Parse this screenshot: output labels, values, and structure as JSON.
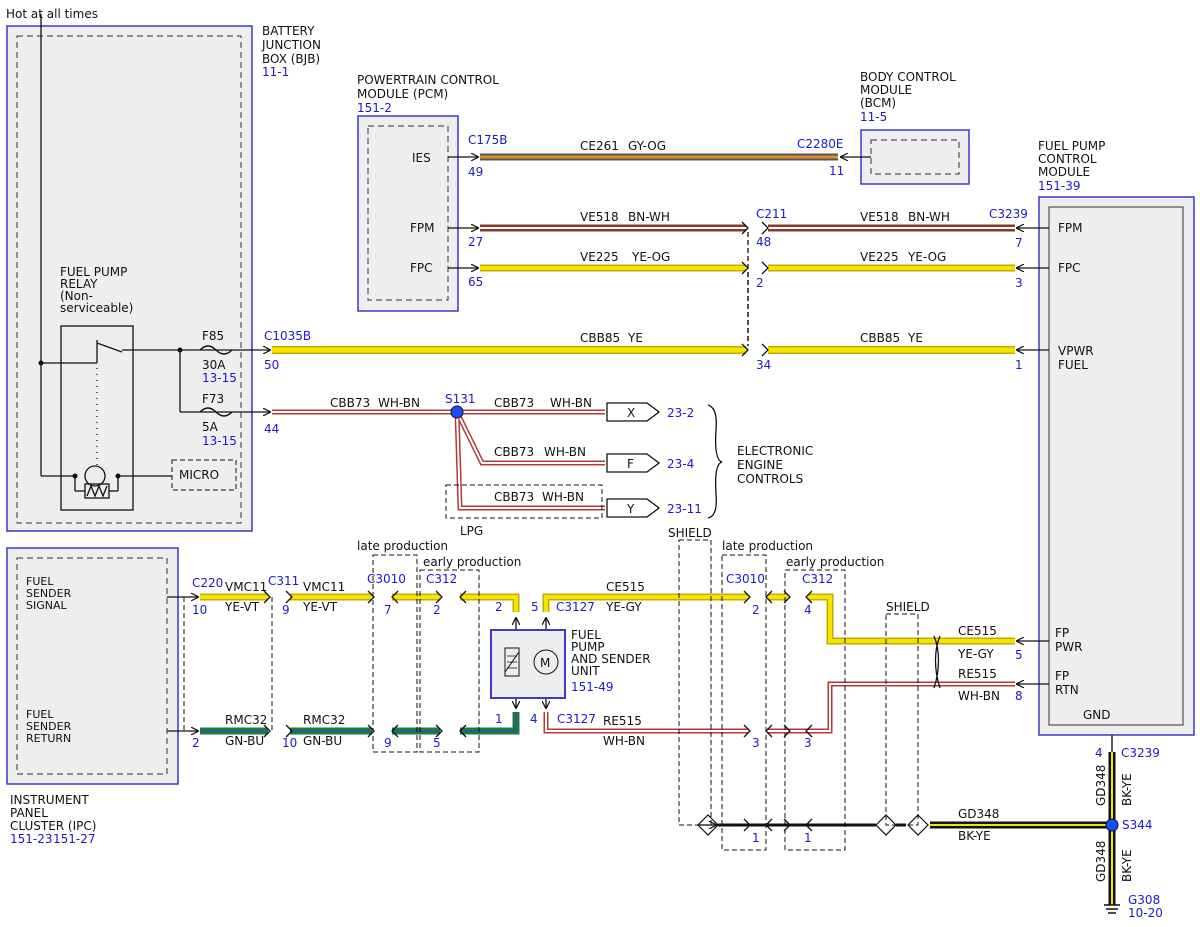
{
  "hot_label": "Hot at all times",
  "bjb": {
    "lines": [
      "BATTERY",
      "JUNCTION",
      "BOX (BJB)"
    ],
    "ref": "11-1"
  },
  "pcm": {
    "lines": [
      "POWERTRAIN CONTROL",
      "MODULE (PCM)"
    ],
    "ref": "151-2",
    "pins": [
      "IES",
      "FPM",
      "FPC"
    ]
  },
  "bcm": {
    "lines": [
      "BODY CONTROL",
      "MODULE",
      "(BCM)"
    ],
    "ref": "11-5"
  },
  "fpcm": {
    "lines": [
      "FUEL PUMP",
      "CONTROL",
      "MODULE"
    ],
    "ref": "151-39",
    "pins": [
      "FPM",
      "FPC",
      "VPWR",
      "FUEL",
      "FP",
      "PWR",
      "FP",
      "RTN",
      "GND"
    ]
  },
  "relay": {
    "lines": [
      "FUEL PUMP",
      "RELAY",
      "(Non-",
      "serviceable)"
    ],
    "micro": "MICRO"
  },
  "fuses": [
    {
      "name": "F85",
      "rating": "30A",
      "ref": "13-15"
    },
    {
      "name": "F73",
      "rating": "5A",
      "ref": "13-15"
    }
  ],
  "connectors": {
    "c175b": "C175B",
    "p49": "49",
    "c2280e": "C2280E",
    "p11": "11",
    "p27": "27",
    "p65": "65",
    "c211": "C211",
    "p48": "48",
    "p2a": "2",
    "c3239a": "C3239",
    "p7": "7",
    "p3a": "3",
    "c1035b": "C1035B",
    "p50": "50",
    "p34": "34",
    "p1a": "1",
    "p44": "44",
    "s131": "S131",
    "c220": "C220",
    "p10a": "10",
    "c311": "C311",
    "p9a": "9",
    "c3010a": "C3010",
    "p7b": "7",
    "c312a": "C312",
    "p2b": "2",
    "p2c": "2",
    "p5a": "5",
    "c3127a": "C3127",
    "c3010b": "C3010",
    "p2d": "2",
    "c312b": "C312",
    "p4a": "4",
    "p5b": "5",
    "p2e": "2",
    "p10b": "10",
    "p9b": "9",
    "p5c": "5",
    "p1b": "1",
    "p4b": "4",
    "c3127b": "C3127",
    "p3b": "3",
    "p3c": "3",
    "p8": "8",
    "p4c": "4",
    "c3239b": "C3239",
    "p1c": "1",
    "p1d": "1",
    "s344": "S344",
    "g308": "G308",
    "g308ref": "10-20"
  },
  "wires": {
    "ce261": "CE261",
    "gyog": "GY-OG",
    "ve518a": "VE518",
    "bnwh_a": "BN-WH",
    "ve518b": "VE518",
    "bnwh_b": "BN-WH",
    "ve225a": "VE225",
    "yeog_a": "YE-OG",
    "ve225b": "VE225",
    "yeog_b": "YE-OG",
    "cbb85a": "CBB85",
    "ye_a": "YE",
    "cbb85b": "CBB85",
    "ye_b": "YE",
    "cbb73a": "CBB73",
    "whbn_a": "WH-BN",
    "cbb73b": "CBB73",
    "whbn_b": "WH-BN",
    "cbb73c": "CBB73",
    "whbn_c": "WH-BN",
    "cbb73d": "CBB73",
    "whbn_d": "WH-BN",
    "vmc11a": "VMC11",
    "yevt_a": "YE-VT",
    "vmc11b": "VMC11",
    "yevt_b": "YE-VT",
    "ce515a": "CE515",
    "yegy_a": "YE-GY",
    "ce515b": "CE515",
    "yegy_b": "YE-GY",
    "re515a": "RE515",
    "whbn_e": "WH-BN",
    "re515b": "RE515",
    "whbn_f": "WH-BN",
    "rmc32a": "RMC32",
    "gnbu_a": "GN-BU",
    "rmc32b": "RMC32",
    "gnbu_b": "GN-BU",
    "gd348a": "GD348",
    "bkye_a": "BK-YE",
    "gd348b": "GD348",
    "bkye_b": "BK-YE",
    "gd348c": "GD348",
    "bkye_c": "BK-YE"
  },
  "offpage": [
    {
      "letter": "X",
      "ref": "23-2"
    },
    {
      "letter": "F",
      "ref": "23-4"
    },
    {
      "letter": "Y",
      "ref": "23-11"
    }
  ],
  "eec": [
    "ELECTRONIC",
    "ENGINE",
    "CONTROLS"
  ],
  "lpg": "LPG",
  "late_production": "late production",
  "early_production": "early production",
  "shield": "SHIELD",
  "ipc": {
    "lines": [
      "INSTRUMENT",
      "PANEL",
      "CLUSTER (IPC)"
    ],
    "ref1": "151-23",
    "ref2": "151-27",
    "signal": [
      "FUEL",
      "SENDER",
      "SIGNAL"
    ],
    "return": [
      "FUEL",
      "SENDER",
      "RETURN"
    ]
  },
  "pump": {
    "lines": [
      "FUEL",
      "PUMP",
      "AND SENDER",
      "UNIT"
    ],
    "ref": "151-49",
    "motor": "M"
  },
  "colors": {
    "ref": "#1a1acc",
    "yellow": "#f2e500",
    "green": "#1c7a3a",
    "brown": "#8b3a2a",
    "gray": "#8a8a8a",
    "orange": "#e8892a"
  }
}
